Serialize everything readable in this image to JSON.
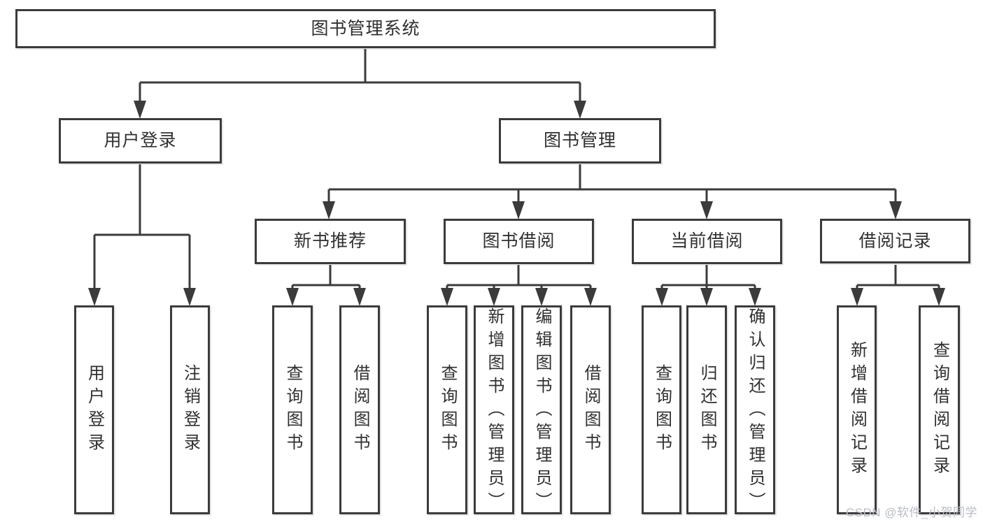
{
  "tree": {
    "root": {
      "label": "图书管理系统",
      "children": [
        {
          "label": "用户登录",
          "children": [
            {
              "label": "用户登录"
            },
            {
              "label": "注销登录"
            }
          ]
        },
        {
          "label": "图书管理",
          "children": [
            {
              "label": "新书推荐",
              "children": [
                {
                  "label": "查询图书"
                },
                {
                  "label": "借阅图书"
                }
              ]
            },
            {
              "label": "图书借阅",
              "children": [
                {
                  "label": "查询图书"
                },
                {
                  "label": "新增图书（管理员）"
                },
                {
                  "label": "编辑图书（管理员）"
                },
                {
                  "label": "借阅图书"
                }
              ]
            },
            {
              "label": "当前借阅",
              "children": [
                {
                  "label": "查询图书"
                },
                {
                  "label": "归还图书"
                },
                {
                  "label": "确认归还（管理员）"
                }
              ]
            },
            {
              "label": "借阅记录",
              "children": [
                {
                  "label": "新增借阅记录"
                },
                {
                  "label": "查询借阅记录"
                }
              ]
            }
          ]
        }
      ]
    }
  },
  "watermark": {
    "text": "CSDN @软件_小贺同学"
  },
  "colors": {
    "line": "#3b3b3b",
    "text": "#303030",
    "watermark": "#b9bdc5",
    "background": "#ffffff"
  }
}
